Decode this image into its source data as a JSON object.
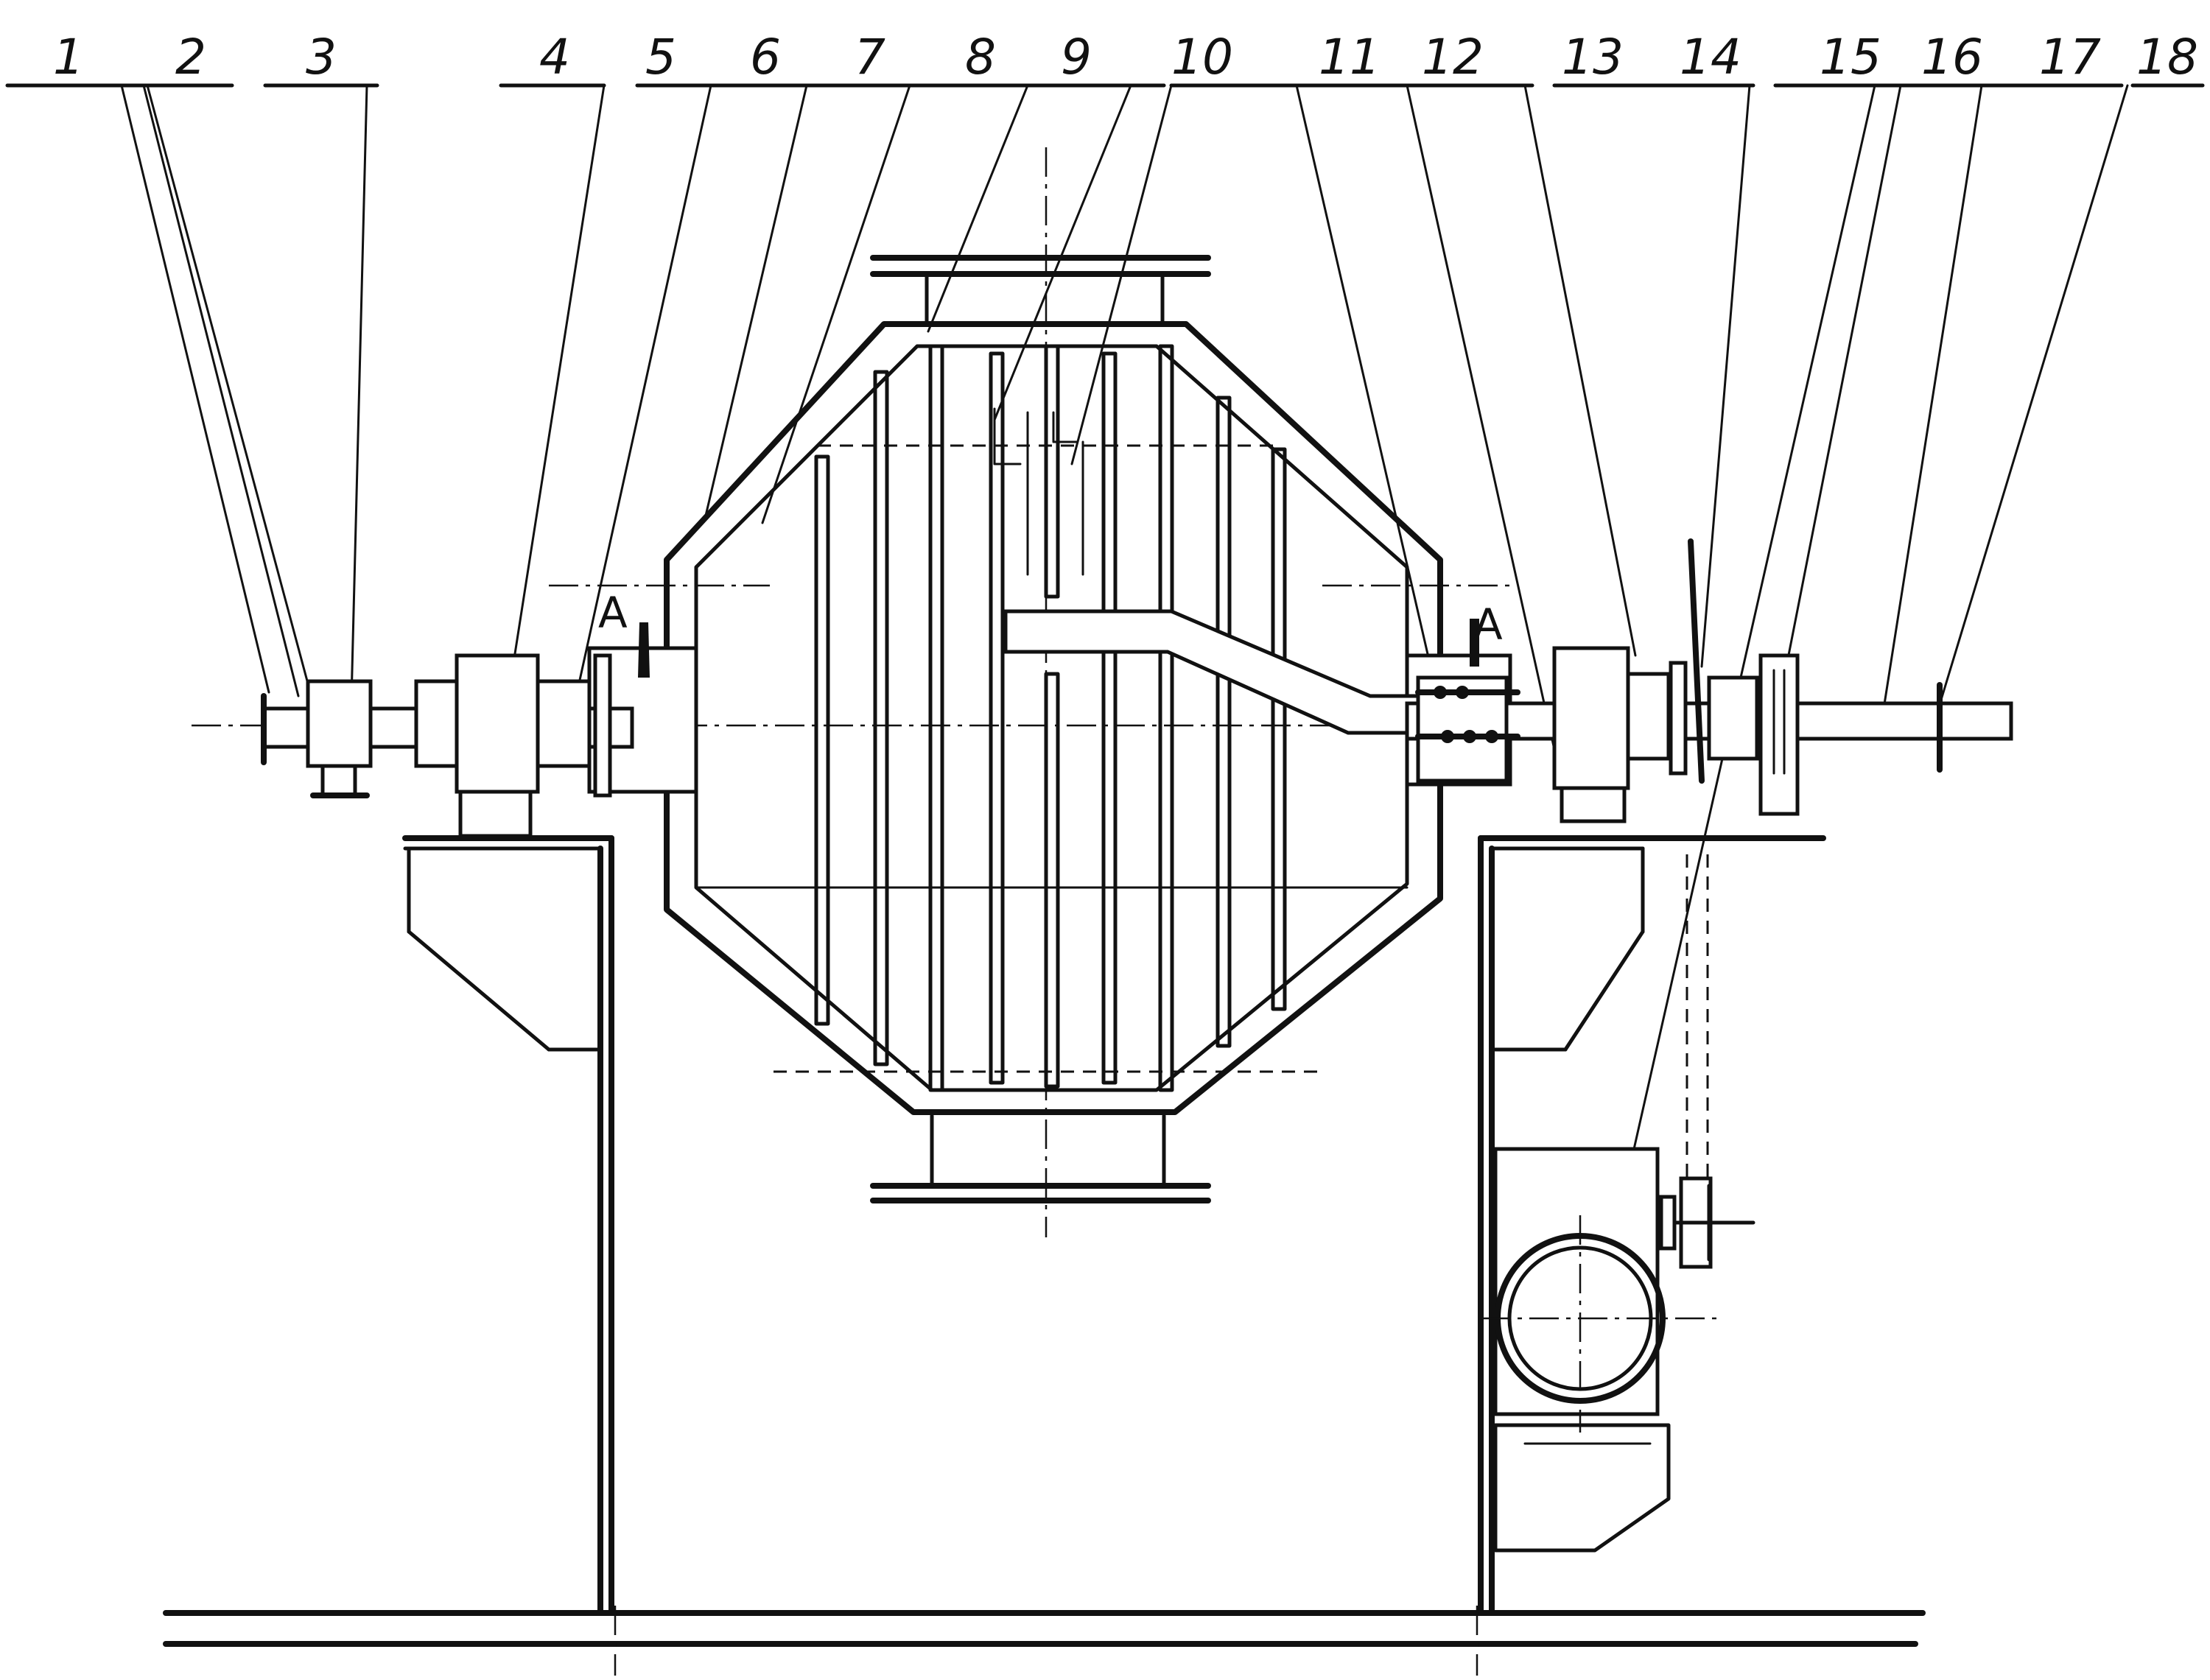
{
  "part_labels": [
    "1",
    "2",
    "3",
    "4",
    "5",
    "6",
    "7",
    "8",
    "9",
    "10",
    "11",
    "12",
    "13",
    "14",
    "15",
    "16",
    "17",
    "18"
  ],
  "section_marks": {
    "left": "A",
    "right": "A"
  }
}
